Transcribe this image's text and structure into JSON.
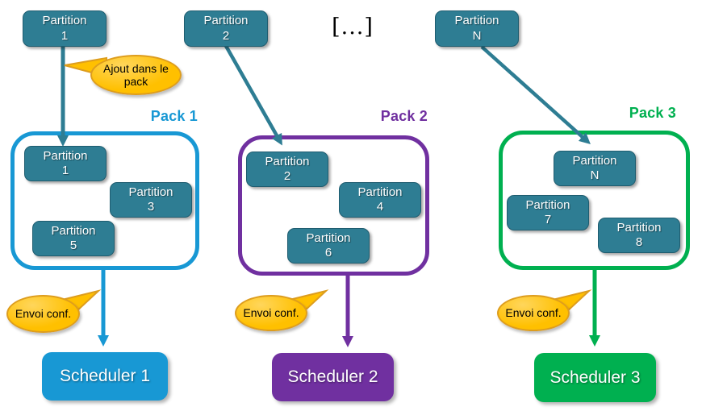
{
  "colors": {
    "partition_teal": "#2E7D93",
    "pack1_blue": "#1898D4",
    "pack2_purple": "#7030A0",
    "pack3_green": "#00B050",
    "bubble_orange": "#FFC000",
    "bubble_border": "#DD9D1E"
  },
  "top_row": {
    "partition1": {
      "line1": "Partition",
      "line2": "1"
    },
    "partition2": {
      "line1": "Partition",
      "line2": "2"
    },
    "partitionN": {
      "line1": "Partition",
      "line2": "N"
    },
    "ellipsis": "[...]"
  },
  "callouts": {
    "add_to_pack": {
      "line1": "Ajout dans le",
      "line2": "pack"
    },
    "send_conf1": "Envoi conf.",
    "send_conf2": "Envoi conf.",
    "send_conf3": "Envoi conf."
  },
  "packs": [
    {
      "title": "Pack 1",
      "partitions": [
        {
          "line1": "Partition",
          "line2": "1"
        },
        {
          "line1": "Partition",
          "line2": "3"
        },
        {
          "line1": "Partition",
          "line2": "5"
        }
      ]
    },
    {
      "title": "Pack 2",
      "partitions": [
        {
          "line1": "Partition",
          "line2": "2"
        },
        {
          "line1": "Partition",
          "line2": "4"
        },
        {
          "line1": "Partition",
          "line2": "6"
        }
      ]
    },
    {
      "title": "Pack 3",
      "partitions": [
        {
          "line1": "Partition",
          "line2": "N"
        },
        {
          "line1": "Partition",
          "line2": "7"
        },
        {
          "line1": "Partition",
          "line2": "8"
        }
      ]
    }
  ],
  "schedulers": [
    {
      "label": "Scheduler 1"
    },
    {
      "label": "Scheduler 2"
    },
    {
      "label": "Scheduler 3"
    }
  ]
}
